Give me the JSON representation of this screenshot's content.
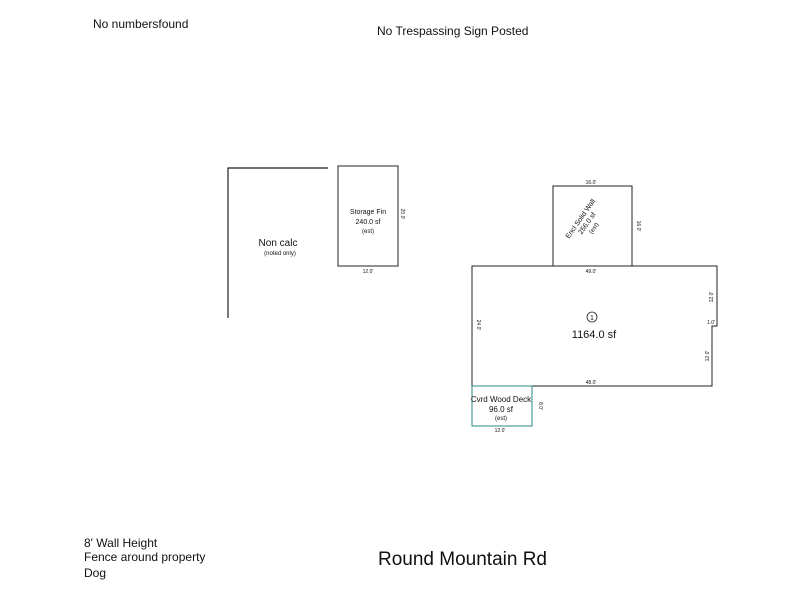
{
  "notes": {
    "no_numbers": "No numbersfound",
    "trespassing": "No Trespassing Sign Posted",
    "street": "Round Mountain Rd",
    "bottom_left": [
      "8' Wall Height",
      "Fence around property",
      "Dog"
    ]
  },
  "non_calc": {
    "label": "Non calc",
    "sub": "(noted only)"
  },
  "storage": {
    "name": "Storage Fin",
    "area": "240.0 sf",
    "est": "(est)",
    "dim_width": "12.0'",
    "dim_height": "20.0'"
  },
  "enclosure": {
    "name": "Encl Solid Wall",
    "area": "256.0 sf",
    "est": "(est)",
    "dim_top": "16.0'",
    "dim_side": "16.0'"
  },
  "main": {
    "floor_marker": "1",
    "area": "1164.0 sf",
    "dim_top": "49.0'",
    "dim_bottom": "48.0'",
    "dim_left": "24.0'",
    "dim_right_upper": "12.0'",
    "dim_right_lower": "12.0'",
    "dim_jog": "1.0'"
  },
  "deck": {
    "name": "Cvrd Wood Deck",
    "area": "96.0 sf",
    "est": "(est)",
    "dim_width": "12.0'",
    "dim_height": "8.0'"
  },
  "colors": {
    "line": "#222222",
    "deck_line": "#2a8a8a"
  }
}
